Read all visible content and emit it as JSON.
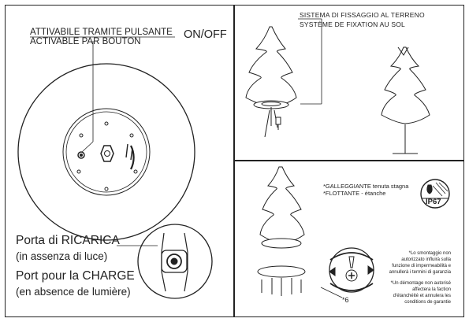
{
  "activation": {
    "line_it": "ATTIVABILE TRAMITE PULSANTE",
    "line_fr": "ACTIVABLE PAR BOUTON",
    "onoff": "ON/OFF"
  },
  "fixing": {
    "line_it": "SISTEMA DI FISSAGGIO AL TERRENO",
    "line_fr": "SYSTÈME DE FIXATION AU SOL"
  },
  "charging": {
    "it_1": "Porta di RICARICA",
    "it_2": "(in assenza di luce)",
    "fr_1": "Port pour la CHARGE",
    "fr_2": "(en absence de lumière)"
  },
  "floating": {
    "it": "*GALLEGGIANTE tenuta stagna",
    "fr": "*FLOTTANTE - étanche"
  },
  "ip_rating": "IP67",
  "screw_count": "*6",
  "warning": {
    "it": [
      "*Lo smontaggio non",
      "autorizzato influirà sulla",
      "funzione di impermeabilità e",
      "annullerà i termini di garanzia"
    ],
    "fr": [
      "*Un démontage non autorisé",
      "affectera la faction",
      "d'étanchéité et annulera les",
      "conditions de garantie"
    ]
  }
}
